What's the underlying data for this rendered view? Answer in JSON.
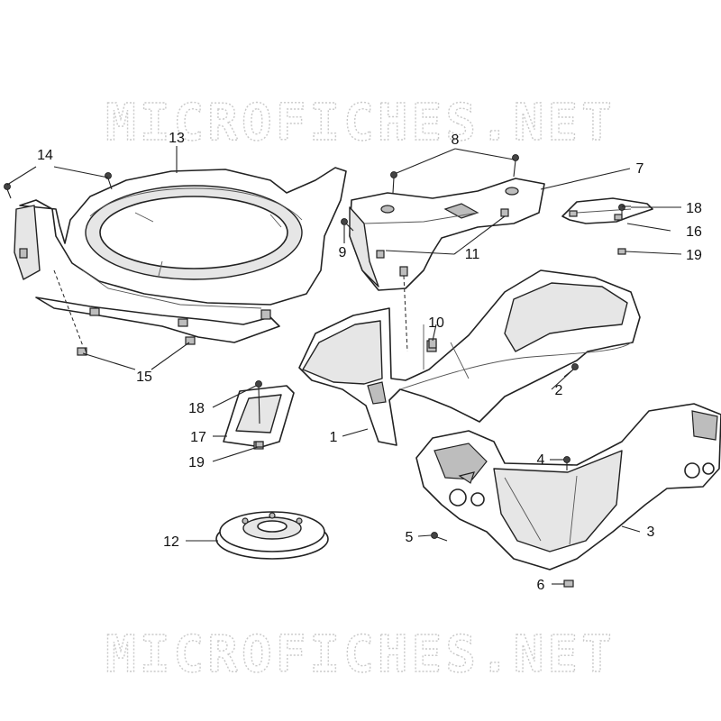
{
  "watermark": {
    "text": "MICROFICHES.NET"
  },
  "callouts": [
    {
      "id": "1",
      "label": "1"
    },
    {
      "id": "2",
      "label": "2"
    },
    {
      "id": "3",
      "label": "3"
    },
    {
      "id": "4",
      "label": "4"
    },
    {
      "id": "5",
      "label": "5"
    },
    {
      "id": "6",
      "label": "6"
    },
    {
      "id": "7",
      "label": "7"
    },
    {
      "id": "8",
      "label": "8"
    },
    {
      "id": "9",
      "label": "9"
    },
    {
      "id": "10",
      "label": "10"
    },
    {
      "id": "11",
      "label": "11"
    },
    {
      "id": "12",
      "label": "12"
    },
    {
      "id": "13",
      "label": "13"
    },
    {
      "id": "14",
      "label": "14"
    },
    {
      "id": "15",
      "label": "15"
    },
    {
      "id": "16",
      "label": "16"
    },
    {
      "id": "17",
      "label": "17"
    },
    {
      "id": "18a",
      "label": "18"
    },
    {
      "id": "18b",
      "label": "18"
    },
    {
      "id": "19a",
      "label": "19"
    },
    {
      "id": "19b",
      "label": "19"
    }
  ]
}
